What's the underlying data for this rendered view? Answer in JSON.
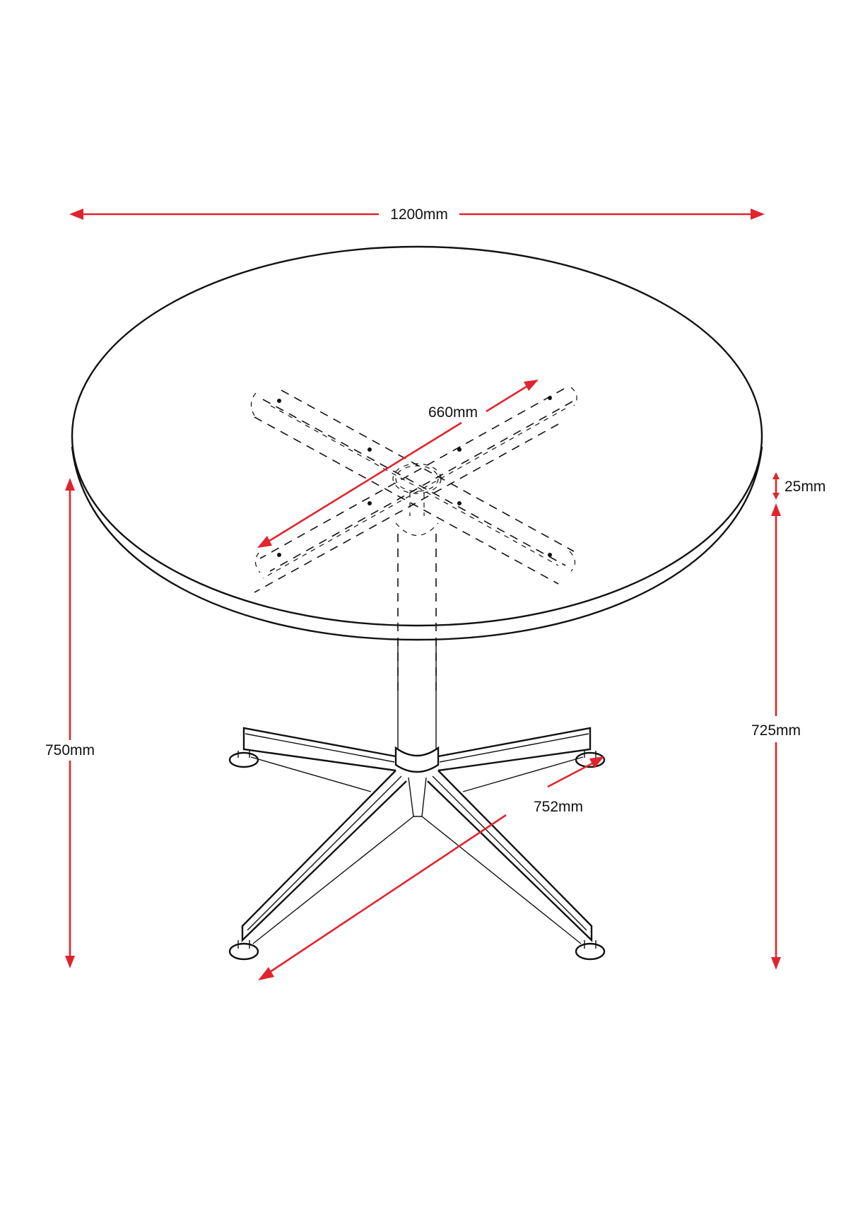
{
  "drawing": {
    "subject": "Round table with 4-star base",
    "line_color": "#111111",
    "dimension_color": "#e0242e",
    "background": "#ffffff"
  },
  "dimensions": {
    "top_diameter": "1200mm",
    "frame_span": "660mm",
    "top_thickness": "25mm",
    "overall_height": "750mm",
    "underside_height": "725mm",
    "base_span": "752mm"
  }
}
